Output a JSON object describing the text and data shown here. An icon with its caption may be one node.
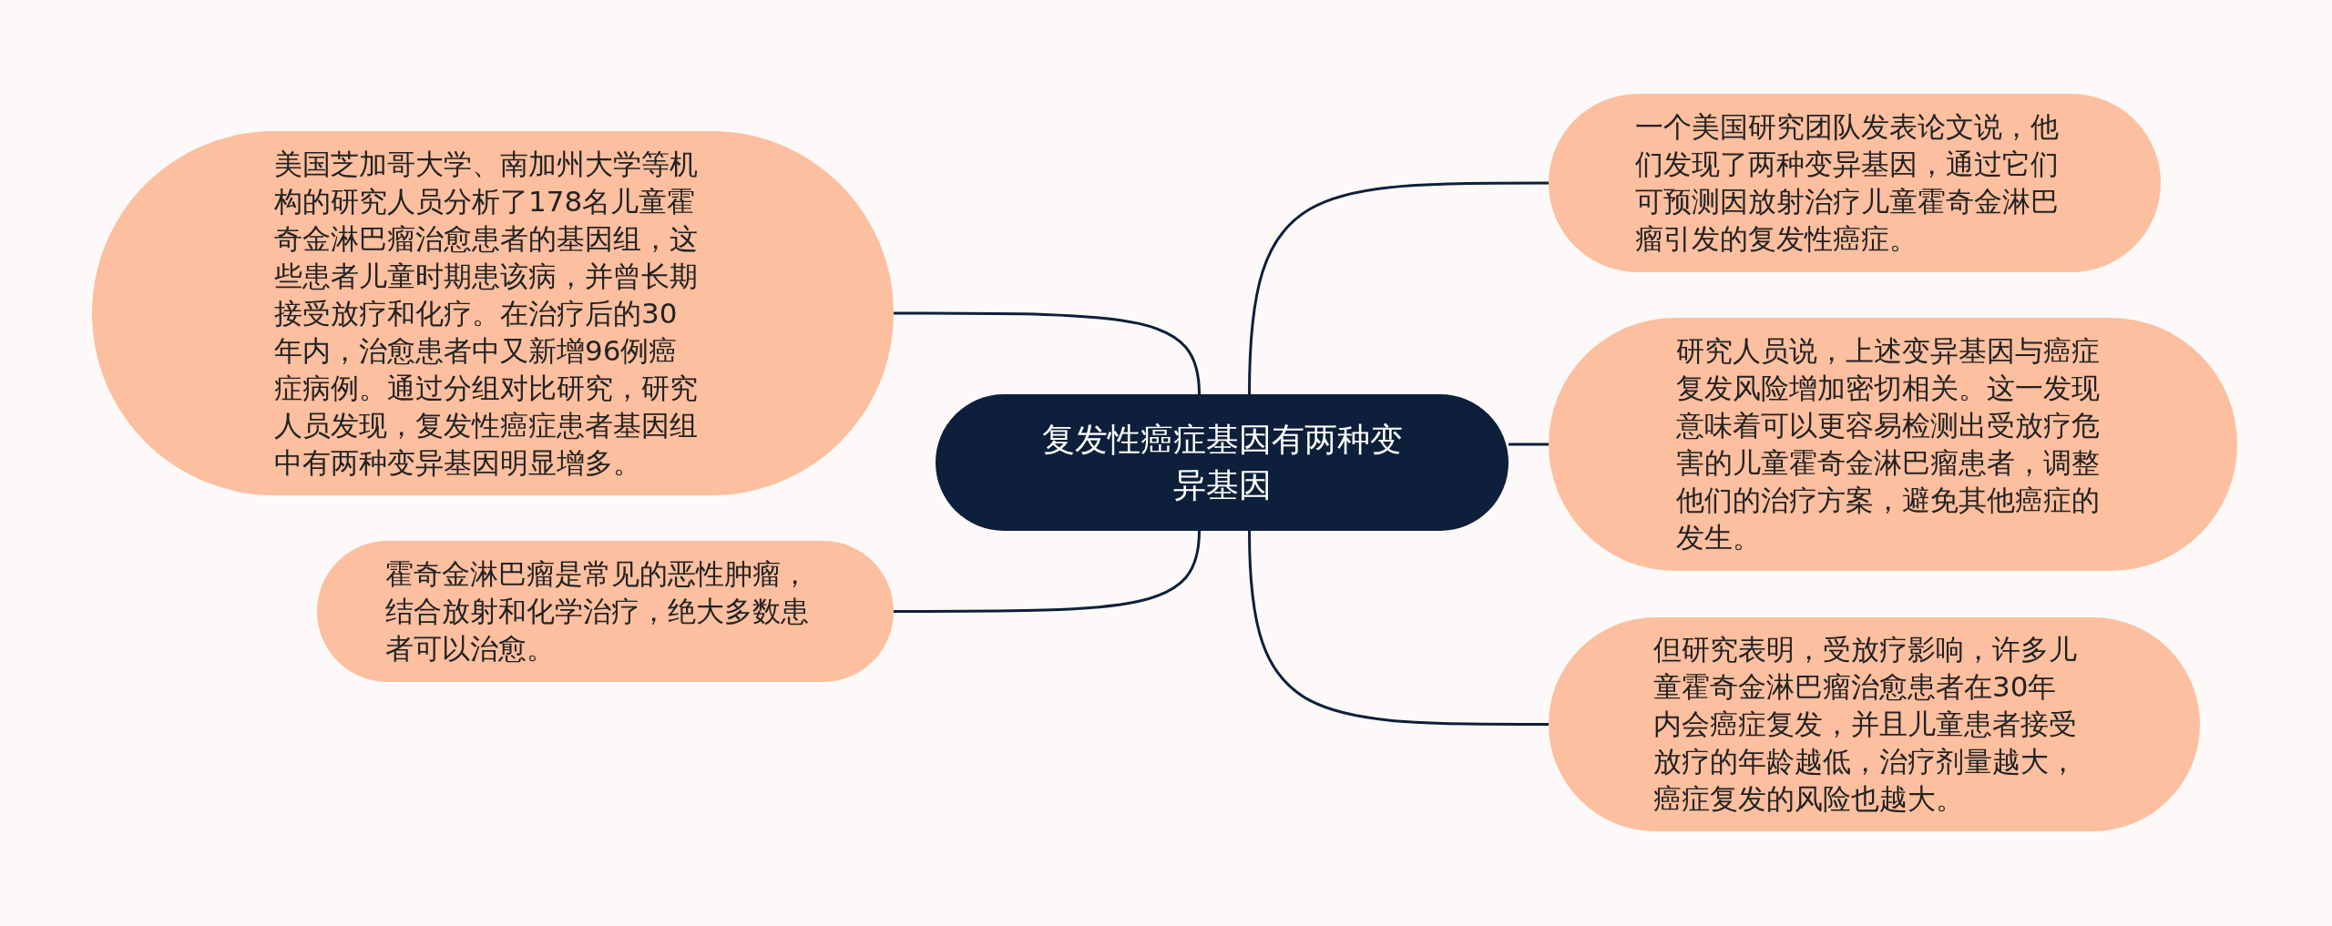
{
  "diagram": {
    "nodes": [
      {
        "text": [
          "复发性癌症基因有两种变异基因"
        ]
      },
      {
        "text": [
          "美国芝加哥大学、南加州大学等机构的研究人员分析了178名儿童霍奇金淋巴瘤治愈患者的基因组，这些患者儿童时期患该病，并曾长期接受放疗和化疗。在治疗后的30年内，治愈患者中又新增96例癌症病例。通过分组对比研究，研究人员发现，复发性癌症患者基因组中有两种变异基因明显增多。"
        ]
      },
      {
        "text": [
          "霍奇金淋巴瘤是常见的恶性肿瘤，结合放射和化学治疗，绝大多数患者可以治愈。"
        ]
      },
      {
        "text": [
          "一个美国研究团队发表论文说，他们发现了两种变异基因，通过它们可预测因放射治疗儿童霍奇金淋巴瘤引发的复发性癌症。"
        ]
      },
      {
        "text": [
          "研究人员说，上述变异基因与癌症复发风险增加密切相关。这一发现意味着可以更容易检测出受放疗危害的儿童霍奇金淋巴瘤患者，调整他们的治疗方案，避免其他癌症的发生。"
        ]
      },
      {
        "text": [
          "但研究表明，受放疗影响，许多儿童霍奇金淋巴瘤治愈患者在30年内会癌症复发，并且儿童患者接受放疗的年龄越低，治疗剂量越大，癌症复发的风险也越大。"
        ]
      }
    ],
    "edges": [
      {
        "from": 0,
        "to": 1,
        "arrow": "none"
      },
      {
        "from": 0,
        "to": 2,
        "arrow": "none"
      },
      {
        "from": 0,
        "to": 3,
        "arrow": "none"
      },
      {
        "from": 0,
        "to": 4,
        "arrow": "none"
      },
      {
        "from": 0,
        "to": 5,
        "arrow": "none"
      }
    ]
  }
}
